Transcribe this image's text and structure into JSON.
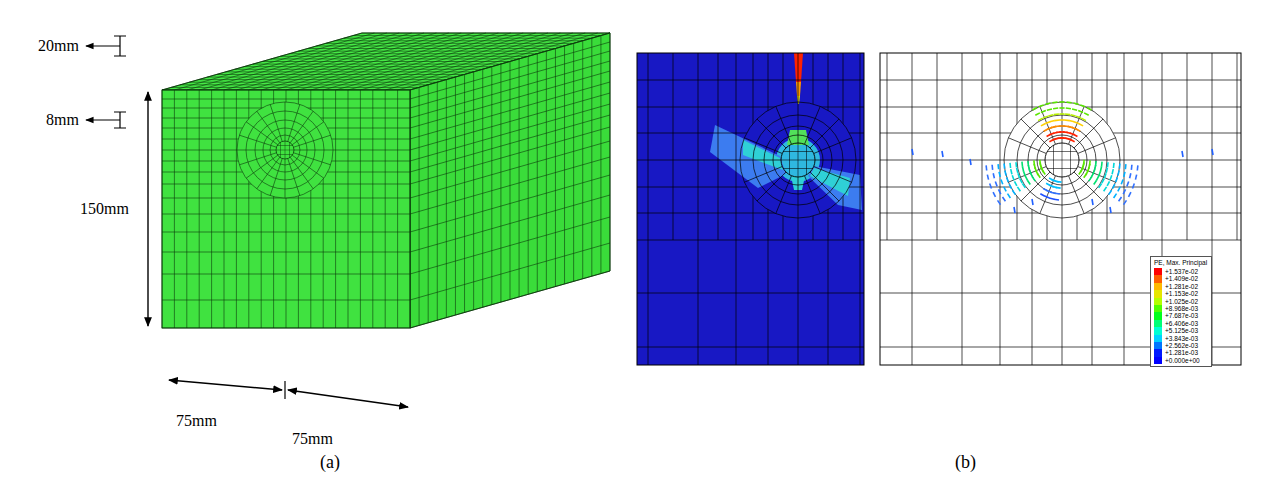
{
  "diagram": {
    "labels": [
      "20mm",
      "8mm",
      "150mm",
      "75mm",
      "75mm",
      "(a)",
      "(b)",
      "PE, Max. Principal"
    ],
    "legend": [
      {
        "text": "+1.537e-02",
        "color": "#ff0000"
      },
      {
        "text": "+1.409e-02",
        "color": "#ff5d00"
      },
      {
        "text": "+1.281e-02",
        "color": "#ffb900"
      },
      {
        "text": "+1.153e-02",
        "color": "#e6e600"
      },
      {
        "text": "+1.025e-02",
        "color": "#b3ff00"
      },
      {
        "text": "+8.968e-03",
        "color": "#4fff00"
      },
      {
        "text": "+7.687e-03",
        "color": "#00ff1b"
      },
      {
        "text": "+6.406e-03",
        "color": "#00ff77"
      },
      {
        "text": "+5.125e-03",
        "color": "#00ffd4"
      },
      {
        "text": "+3.843e-03",
        "color": "#00d2ff"
      },
      {
        "text": "+2.562e-03",
        "color": "#0076ff"
      },
      {
        "text": "+1.281e-03",
        "color": "#0019ff"
      },
      {
        "text": "+0.000e+00",
        "color": "#0000ff"
      }
    ]
  }
}
